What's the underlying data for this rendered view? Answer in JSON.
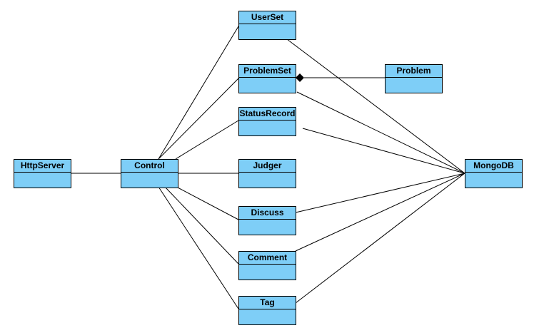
{
  "diagram": {
    "box_fill": "#7ecef7",
    "box_stroke": "#000000",
    "line_color": "#000000",
    "classes": [
      {
        "id": "httpserver",
        "name": "HttpServer"
      },
      {
        "id": "control",
        "name": "Control"
      },
      {
        "id": "userset",
        "name": "UserSet"
      },
      {
        "id": "problemset",
        "name": "ProblemSet"
      },
      {
        "id": "statusrecord",
        "name": "StatusRecord"
      },
      {
        "id": "judger",
        "name": "Judger"
      },
      {
        "id": "discuss",
        "name": "Discuss"
      },
      {
        "id": "comment",
        "name": "Comment"
      },
      {
        "id": "tag",
        "name": "Tag"
      },
      {
        "id": "problem",
        "name": "Problem"
      },
      {
        "id": "mongodb",
        "name": "MongoDB"
      }
    ],
    "associations": [
      {
        "from": "httpserver",
        "to": "control"
      },
      {
        "from": "control",
        "to": "userset"
      },
      {
        "from": "control",
        "to": "problemset"
      },
      {
        "from": "control",
        "to": "statusrecord"
      },
      {
        "from": "control",
        "to": "judger"
      },
      {
        "from": "control",
        "to": "discuss"
      },
      {
        "from": "control",
        "to": "comment"
      },
      {
        "from": "control",
        "to": "tag"
      },
      {
        "from": "userset",
        "to": "mongodb"
      },
      {
        "from": "problemset",
        "to": "mongodb"
      },
      {
        "from": "statusrecord",
        "to": "mongodb"
      },
      {
        "from": "discuss",
        "to": "mongodb"
      },
      {
        "from": "comment",
        "to": "mongodb"
      },
      {
        "from": "tag",
        "to": "mongodb"
      }
    ],
    "compositions": [
      {
        "whole": "problemset",
        "part": "problem"
      }
    ]
  }
}
